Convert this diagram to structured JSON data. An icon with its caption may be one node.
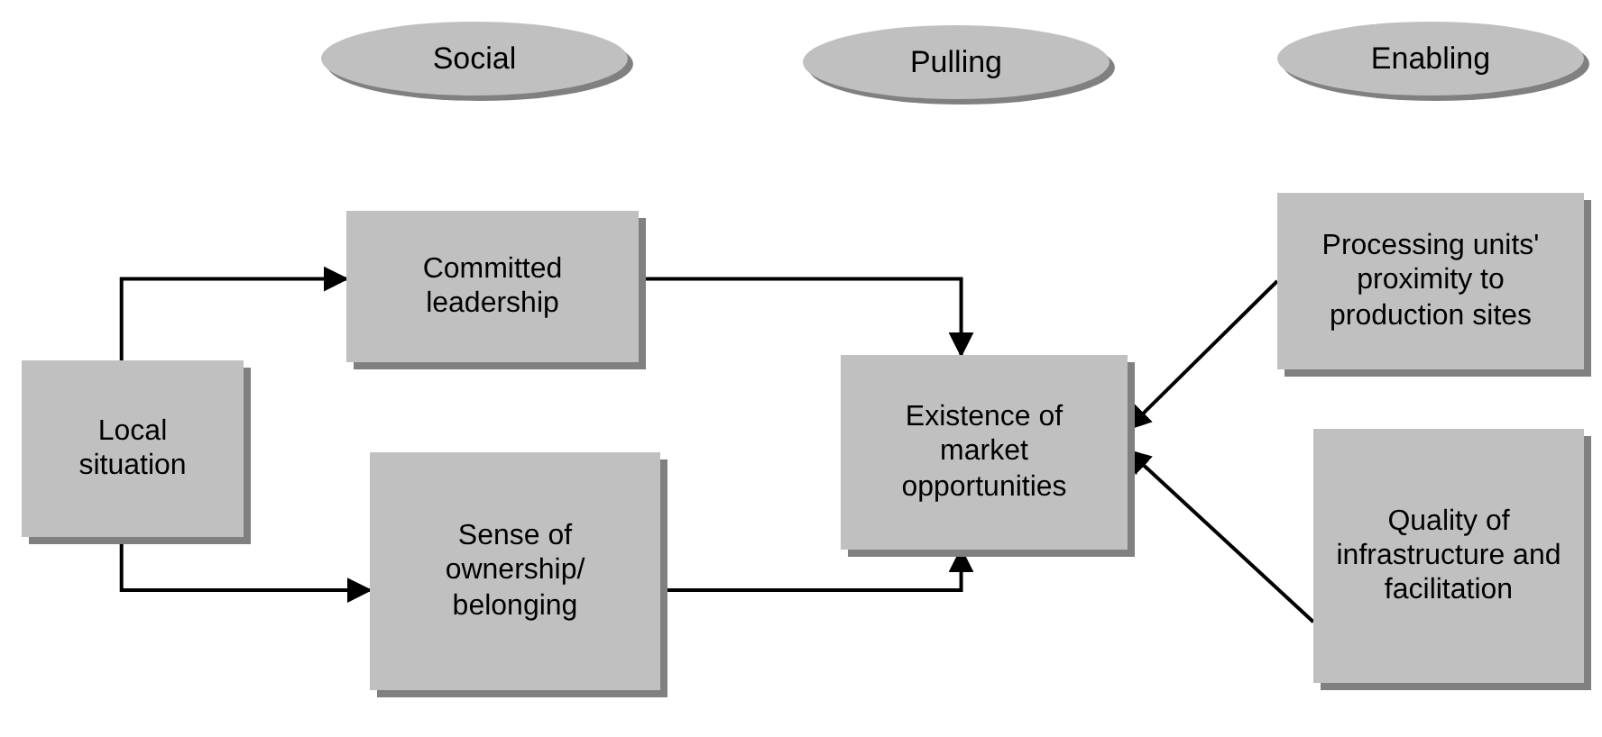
{
  "diagram": {
    "nodes": [
      {
        "text": [
          "Social"
        ]
      },
      {
        "text": [
          "Pulling"
        ]
      },
      {
        "text": [
          "Enabling"
        ]
      },
      {
        "text": [
          "Local situation"
        ]
      },
      {
        "text": [
          "Committed leadership"
        ]
      },
      {
        "text": [
          "Sense of ownership/ belonging"
        ]
      },
      {
        "text": [
          "Existence of market opportunities"
        ]
      },
      {
        "text": [
          "Processing units' proximity to production sites"
        ]
      },
      {
        "text": [
          "Quality of infrastructure and facilitation"
        ]
      }
    ],
    "edges": [
      {
        "from": 3,
        "to": 4,
        "arrow": "to"
      },
      {
        "from": 3,
        "to": 5,
        "arrow": "to"
      },
      {
        "from": 4,
        "to": 6,
        "arrow": "to"
      },
      {
        "from": 5,
        "to": 6,
        "arrow": "to"
      },
      {
        "from": 7,
        "to": 6,
        "arrow": "to"
      },
      {
        "from": 8,
        "to": 6,
        "arrow": "to"
      }
    ]
  }
}
